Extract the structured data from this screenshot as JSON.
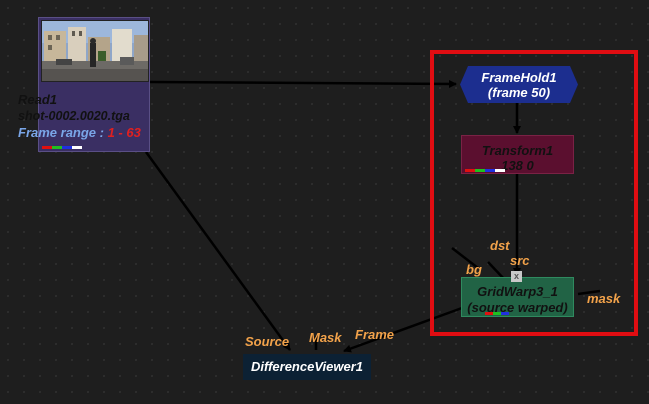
{
  "colors": {
    "background": "#1e1e1e",
    "read_node": "#3a2f63",
    "framehold_node": "#1c2e8f",
    "transform_node": "#5b0f2f",
    "gridwarp_node": "#216345",
    "diffviewer_node": "#0c2134",
    "highlight": "#e00d12",
    "input_label": "#f2a24a",
    "frame_range_label": "#7aa6e8",
    "frame_range_value": "#e02020"
  },
  "read_node": {
    "name": "Read1",
    "file": "shot-0002.0020.tga",
    "frame_range_label": "Frame range : ",
    "frame_range_value": "1 - 63"
  },
  "framehold_node": {
    "name": "FrameHold1",
    "detail": "(frame 50)"
  },
  "transform_node": {
    "name": "Transform1",
    "detail": "138 0"
  },
  "gridwarp_node": {
    "name": "GridWarp3_1",
    "detail": "(source warped)",
    "inputs": {
      "dst": "dst",
      "src": "src",
      "bg": "bg",
      "mask": "mask"
    },
    "disabled_marker": "x"
  },
  "diffviewer_node": {
    "name": "DifferenceViewer1",
    "inputs": {
      "source": "Source",
      "mask": "Mask",
      "frame": "Frame"
    }
  }
}
